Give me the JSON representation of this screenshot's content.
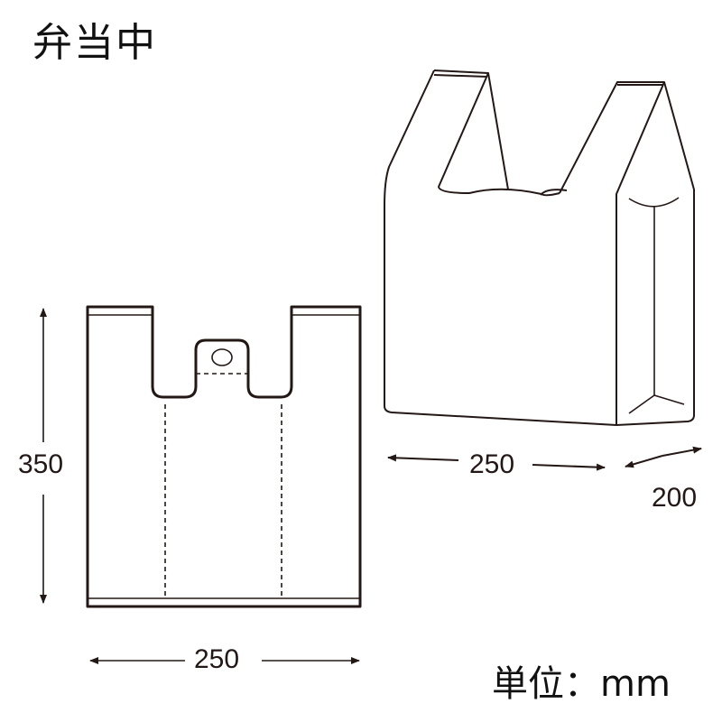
{
  "title": "弁当中",
  "unit_label": "単位：mm",
  "colors": {
    "line": "#231815",
    "background": "#ffffff"
  },
  "flat_view": {
    "height_label": "350",
    "width_label": "250"
  },
  "perspective_view": {
    "width_label": "250",
    "gusset_label": "200"
  }
}
